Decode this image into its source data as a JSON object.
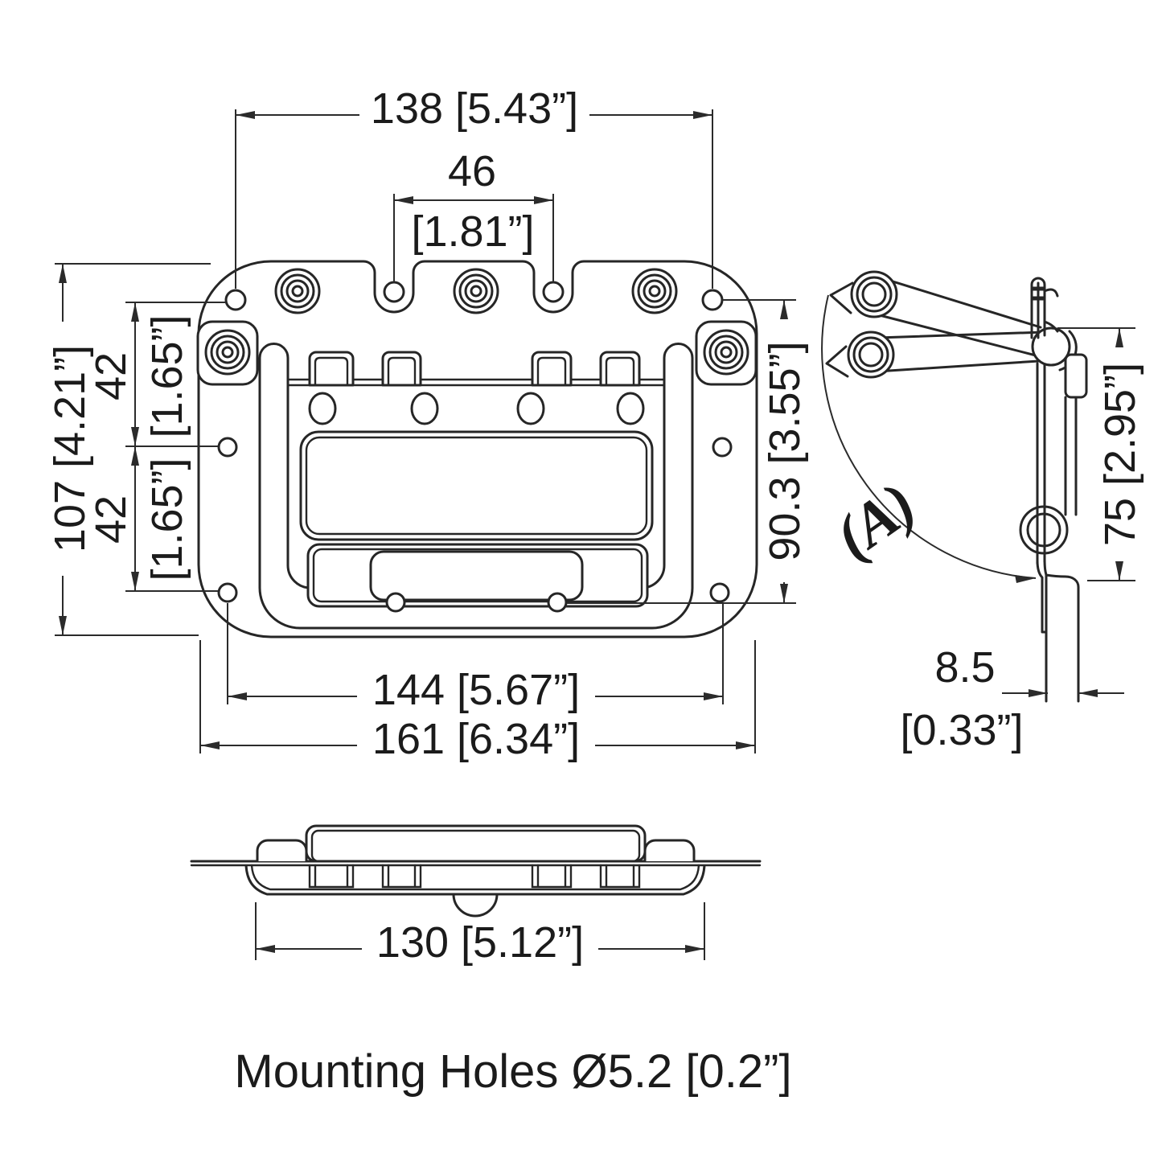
{
  "colors": {
    "background": "#ffffff",
    "line": "#262626",
    "text": "#1b1b1b"
  },
  "front_view": {
    "dim_top_hole_span": "138 [5.43”]",
    "dim_center_span_mm": "46",
    "dim_center_span_in": "[1.81”]",
    "dim_overall_height": "107 [4.21”]",
    "dim_hole_pitch_upper_mm": "42",
    "dim_hole_pitch_upper_in": "[1.65”]",
    "dim_hole_pitch_lower_mm": "42",
    "dim_hole_pitch_lower_in": "[1.65”]",
    "dim_side_hole_span": "90.3 [3.55”]",
    "dim_lower_hole_span": "144 [5.67”]",
    "dim_overall_width": "161 [6.34”]"
  },
  "side_view": {
    "dim_height": "75 [2.95”]",
    "dim_panel_offset_mm": "8.5",
    "dim_panel_offset_in": "[0.33”]",
    "swing_angle_label": "(A)"
  },
  "section_view": {
    "dim_cutout_width": "130 [5.12”]"
  },
  "caption": "Mounting Holes Ø5.2 [0.2”]"
}
